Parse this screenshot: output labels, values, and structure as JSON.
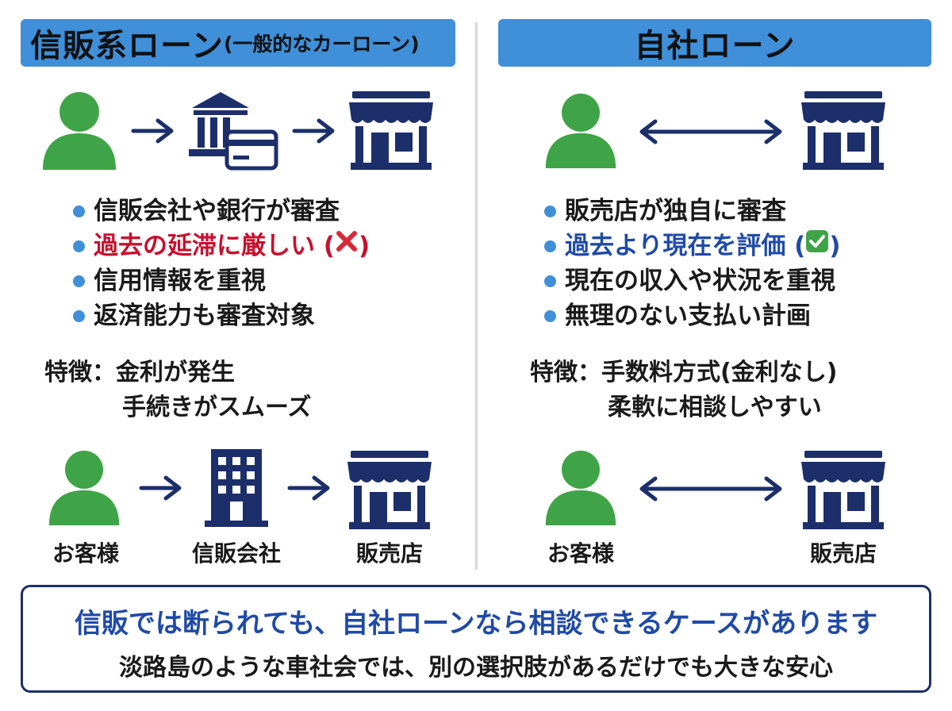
{
  "left": {
    "title": "信販系ローン",
    "title_sub": "(一般的なカーローン)",
    "icons": [
      "person-icon",
      "arrow-right-icon",
      "bank-card-icon",
      "arrow-right-icon",
      "store-icon"
    ],
    "bullets": [
      {
        "text": "信販会社や銀行が審査",
        "style": "normal"
      },
      {
        "text": "過去の延滞に厳しい (",
        "mark": "cross-mark-icon",
        "after": ")",
        "style": "red"
      },
      {
        "text": "信用情報を重視",
        "style": "normal"
      },
      {
        "text": "返済能力も審査対象",
        "style": "normal"
      }
    ],
    "features_label": "特徴：",
    "features": [
      "金利が発生",
      "手続きがスムーズ"
    ],
    "bottom_labels": [
      "お客様",
      "信販会社",
      "販売店"
    ]
  },
  "right": {
    "title": "自社ローン",
    "icons": [
      "person-icon",
      "double-arrow-icon",
      "store-icon"
    ],
    "bullets": [
      {
        "text": "販売店が独自に審査",
        "style": "normal"
      },
      {
        "text": "過去より現在を評価 (",
        "mark": "check-mark-icon",
        "after": ")",
        "style": "blue"
      },
      {
        "text": "現在の収入や状況を重視",
        "style": "normal"
      },
      {
        "text": "無理のない支払い計画",
        "style": "normal"
      }
    ],
    "features_label": "特徴：",
    "features": [
      "手数料方式(金利なし)",
      "柔軟に相談しやすい"
    ],
    "bottom_labels": [
      "お客様",
      "販売店"
    ]
  },
  "summary": {
    "line1": "信販では断られても、自社ローンなら相談できるケースがあります",
    "line2": "淡路島のような車社会では、別の選択肢があるだけでも大きな安心"
  },
  "colors": {
    "header_bg": "#3f8fd9",
    "navy": "#1c2f6b",
    "green": "#3fa447",
    "red": "#c8102e",
    "blue_text": "#1f4aa8"
  }
}
